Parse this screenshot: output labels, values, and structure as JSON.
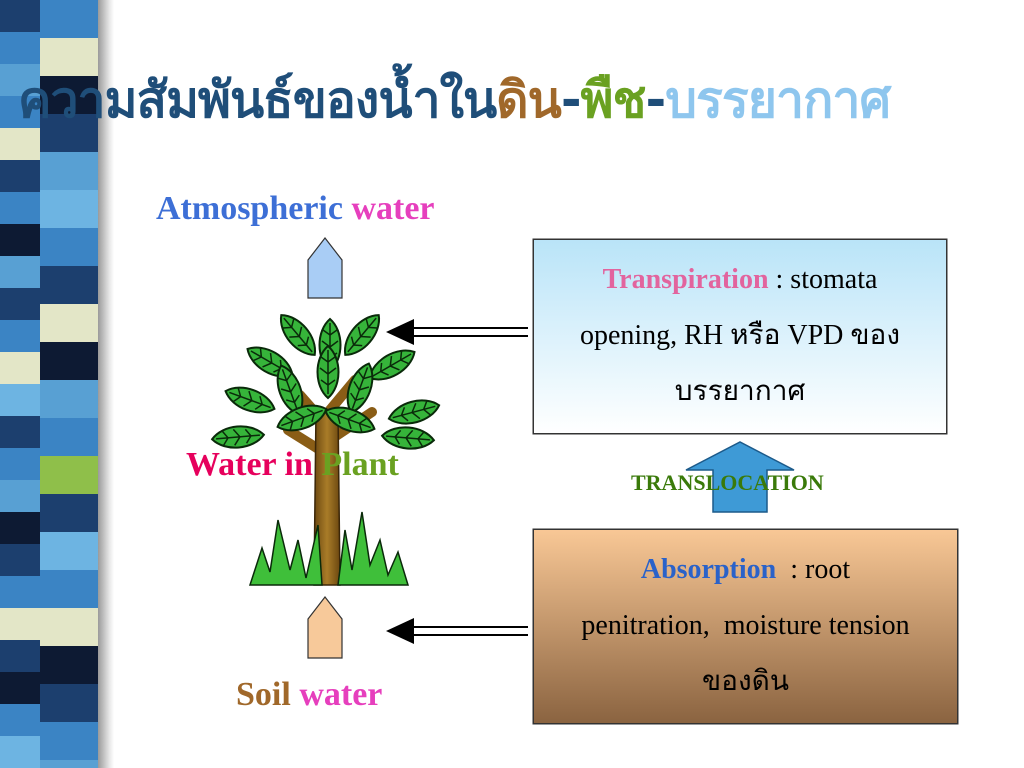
{
  "title": {
    "part1": "ความสัมพันธ์ของน้ำใน",
    "part2": "ดิน",
    "sep1": "-",
    "part3": "พืช",
    "sep2": "-",
    "part4": "บรรยากาศ"
  },
  "labels": {
    "atmospheric": "Atmospheric",
    "atmospheric_water": "water",
    "plant_water": "Water in",
    "plant": "Plant",
    "soil": "Soil",
    "soil_water": "water",
    "translocation": "TRANSLOCATION"
  },
  "transpiration_box": {
    "keyword": "Transpiration",
    "line1_rest": " : stomata",
    "line2": "opening, RH หรือ VPD ของ",
    "line3": "บรรยากาศ"
  },
  "absorption_box": {
    "keyword": "Absorption",
    "line1_rest": "  : root",
    "line2": "penitration,  moisture tension",
    "line3": "ของดิน"
  },
  "colors": {
    "title_blue": "#1f4e79",
    "soil_brown": "#a0682a",
    "plant_green": "#6aa121",
    "atmosphere_blue": "#8ec6ee",
    "magenta": "#e63fbd",
    "crimson": "#e6005c",
    "atmospheric_blue": "#3d6fd6",
    "transpiration_pink": "#e2649e",
    "absorption_blue": "#2a62c9",
    "sidebar": [
      "#3b84c4",
      "#1c3f6e",
      "#e3e6c7",
      "#58a0d3",
      "#0d1a33",
      "#6db4e2",
      "#8fbf4a"
    ]
  },
  "icons": [
    "plant-illustration",
    "up-arrow-icon",
    "left-double-arrow-icon"
  ]
}
